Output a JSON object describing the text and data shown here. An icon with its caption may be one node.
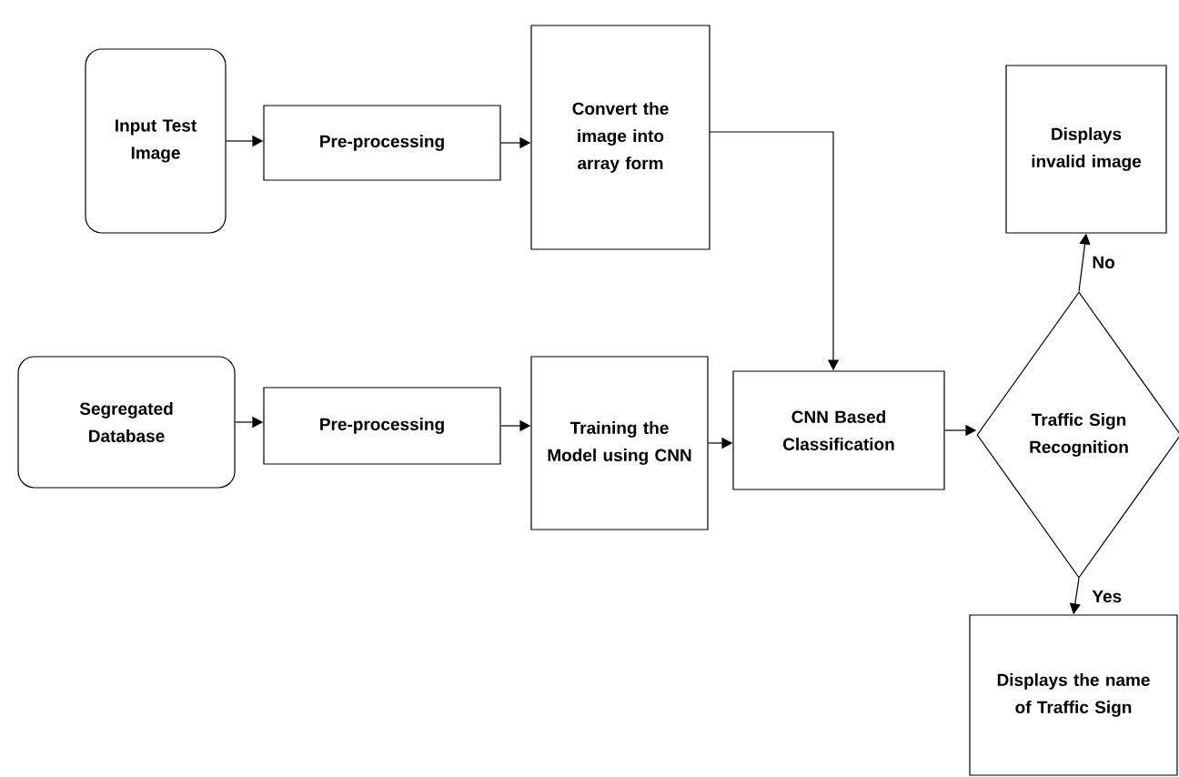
{
  "diagram": {
    "nodes": [
      {
        "text": [
          "Input Test Image"
        ]
      },
      {
        "text": [
          "Pre-processing"
        ]
      },
      {
        "text": [
          "Convert the image into array form"
        ]
      },
      {
        "text": [
          "Displays invalid image"
        ]
      },
      {
        "text": [
          "Segregated Database"
        ]
      },
      {
        "text": [
          "Pre-processing"
        ]
      },
      {
        "text": [
          "Training the Model using CNN"
        ]
      },
      {
        "text": [
          "CNN Based Classification"
        ]
      },
      {
        "text": [
          "Traffic Sign Recognition"
        ]
      },
      {
        "text": [
          "Displays the name of Traffic Sign"
        ]
      }
    ],
    "edges": [
      {
        "from": 0,
        "to": 1,
        "arrow": "to"
      },
      {
        "from": 1,
        "to": 2,
        "arrow": "to"
      },
      {
        "from": 2,
        "to": 7,
        "arrow": "to"
      },
      {
        "from": 4,
        "to": 5,
        "arrow": "to"
      },
      {
        "from": 5,
        "to": 6,
        "arrow": "to"
      },
      {
        "from": 6,
        "to": 7,
        "arrow": "to"
      },
      {
        "from": 7,
        "to": 8,
        "arrow": "to"
      },
      {
        "from": 8,
        "to": 3,
        "arrow": "to",
        "label": "No"
      },
      {
        "from": 8,
        "to": 9,
        "arrow": "to",
        "label": "Yes"
      }
    ]
  }
}
